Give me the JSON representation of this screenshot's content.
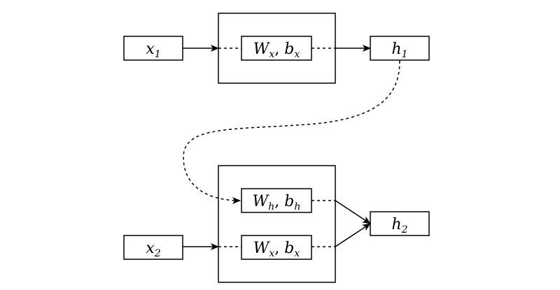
{
  "nodes": {
    "x1": {
      "var": "x",
      "sub": "1"
    },
    "h1": {
      "var": "h",
      "sub": "1"
    },
    "x2": {
      "var": "x",
      "sub": "2"
    },
    "h2": {
      "var": "h",
      "sub": "2"
    },
    "top_weights": {
      "w": "W",
      "w_sub": "x",
      "sep": ", ",
      "b": "b",
      "b_sub": "x"
    },
    "recurrent_weights": {
      "w": "W",
      "w_sub": "h",
      "sep": ", ",
      "b": "b",
      "b_sub": "h"
    },
    "bottom_weights": {
      "w": "W",
      "w_sub": "x",
      "sep": ", ",
      "b": "b",
      "b_sub": "x"
    }
  }
}
